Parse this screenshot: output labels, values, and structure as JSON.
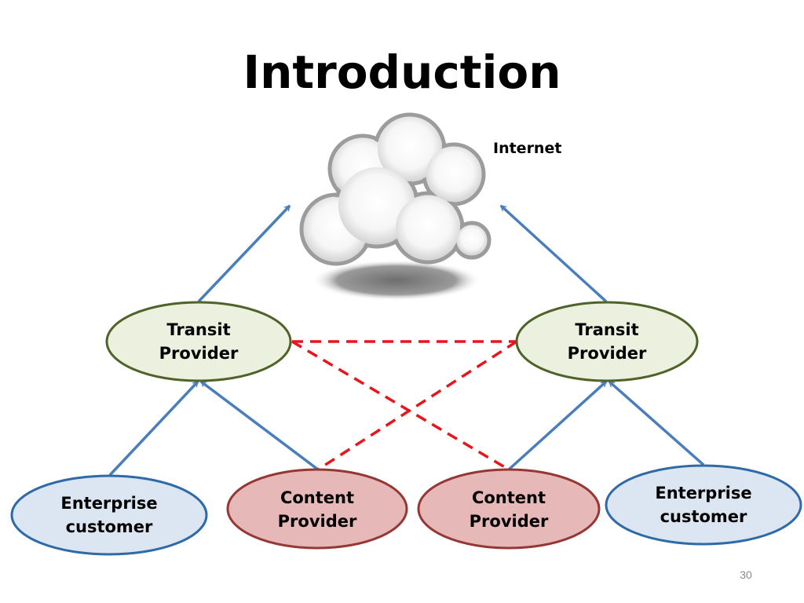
{
  "slide": {
    "title": "Introduction",
    "page_number": "30"
  },
  "cloud": {
    "label": "Internet",
    "icon": "cloud-icon"
  },
  "nodes": {
    "transit_left": {
      "line1": "Transit",
      "line2": "Provider"
    },
    "transit_right": {
      "line1": "Transit",
      "line2": "Provider"
    },
    "enterprise_left": {
      "line1": "Enterprise",
      "line2": "customer"
    },
    "content_left": {
      "line1": "Content",
      "line2": "Provider"
    },
    "content_right": {
      "line1": "Content",
      "line2": "Provider"
    },
    "enterprise_right": {
      "line1": "Enterprise",
      "line2": "customer"
    }
  },
  "colors": {
    "transit_fill": "#ebf1de",
    "transit_stroke": "#4f6228",
    "enterprise_fill": "#dce6f2",
    "enterprise_stroke": "#2e6aa6",
    "content_fill": "#e6b9b8",
    "content_stroke": "#953735",
    "arrow": "#4a7ebb",
    "peering": "#e8151b"
  }
}
